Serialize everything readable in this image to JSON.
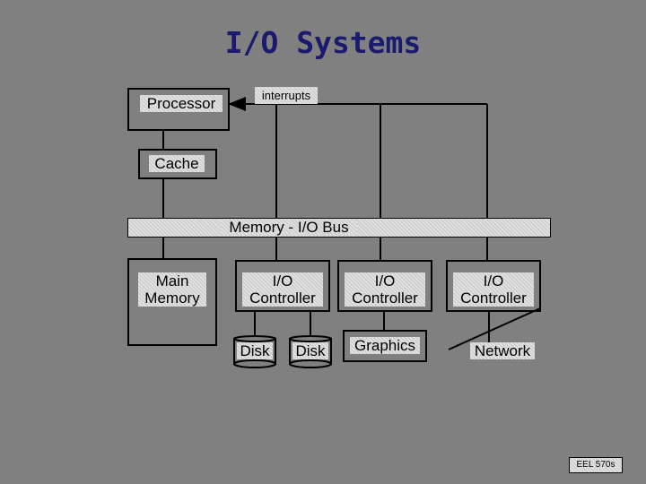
{
  "title": "I/O Systems",
  "labels": {
    "processor": "Processor",
    "interrupts": "interrupts",
    "cache": "Cache",
    "bus": "Memory - I/O Bus",
    "main_memory_line1": "Main",
    "main_memory_line2": "Memory",
    "io_line1": "I/O",
    "io_line2": "Controller",
    "disk": "Disk",
    "graphics": "Graphics",
    "network": "Network"
  },
  "footer": "EEL 570s"
}
